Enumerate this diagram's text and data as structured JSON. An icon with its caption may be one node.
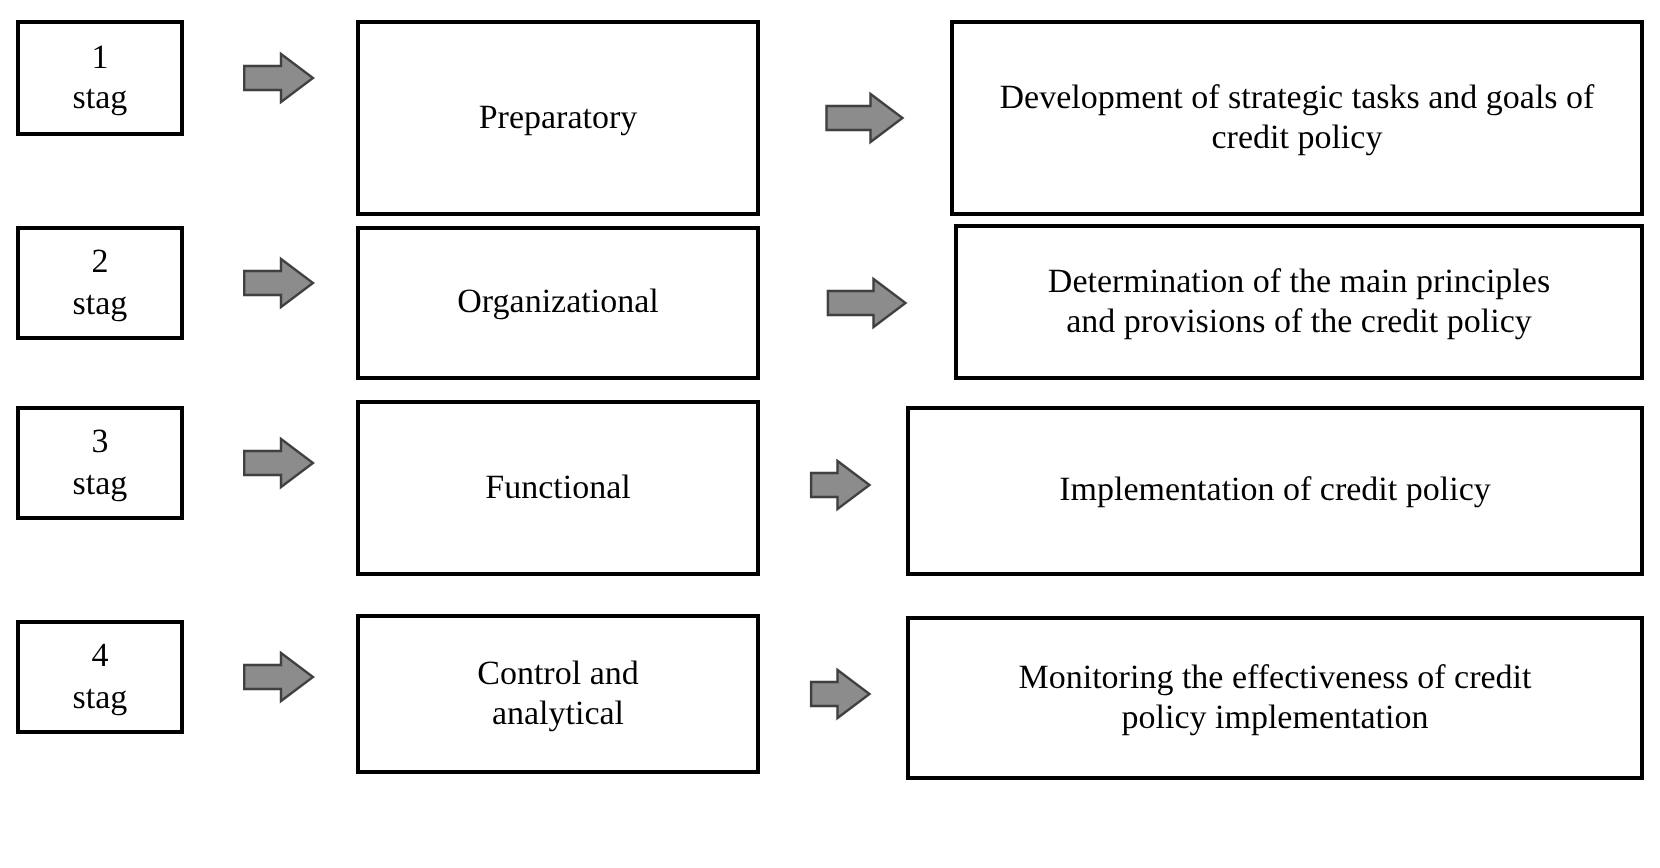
{
  "diagram": {
    "nodes": [
      {
        "text": [
          "1 stag"
        ]
      },
      {
        "text": [
          "Preparatory"
        ]
      },
      {
        "text": [
          "Development of strategic tasks and goals of credit policy"
        ]
      },
      {
        "text": [
          "2 stag"
        ]
      },
      {
        "text": [
          "Organizational"
        ]
      },
      {
        "text": [
          "Determination of the main principles and provisions of the credit policy"
        ]
      },
      {
        "text": [
          "3 stag"
        ]
      },
      {
        "text": [
          "Functional"
        ]
      },
      {
        "text": [
          "Implementation of credit policy"
        ]
      },
      {
        "text": [
          "4 stag"
        ]
      },
      {
        "text": [
          "Control and analytical"
        ]
      },
      {
        "text": [
          "Monitoring the effectiveness of credit policy implementation"
        ]
      }
    ],
    "edges": [
      {
        "from": 0,
        "to": 1,
        "arrow": "to"
      },
      {
        "from": 1,
        "to": 2,
        "arrow": "to"
      },
      {
        "from": 3,
        "to": 4,
        "arrow": "to"
      },
      {
        "from": 4,
        "to": 5,
        "arrow": "to"
      },
      {
        "from": 6,
        "to": 7,
        "arrow": "to"
      },
      {
        "from": 7,
        "to": 8,
        "arrow": "to"
      },
      {
        "from": 9,
        "to": 10,
        "arrow": "to"
      },
      {
        "from": 10,
        "to": 11,
        "arrow": "to"
      }
    ]
  }
}
